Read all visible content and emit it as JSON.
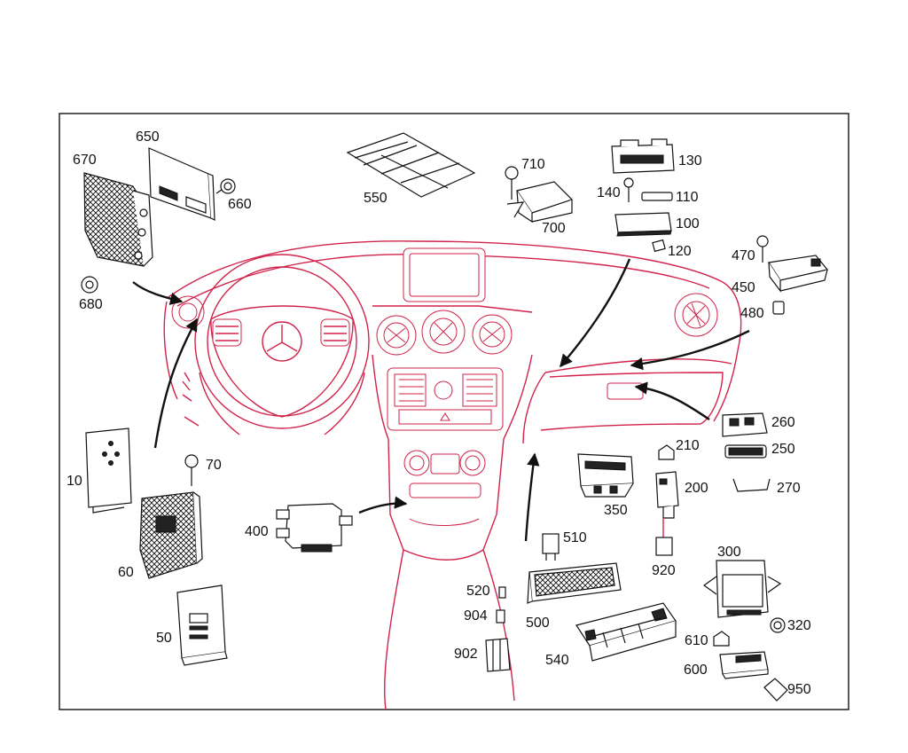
{
  "callouts": {
    "c10": "10",
    "c50": "50",
    "c60": "60",
    "c70": "70",
    "c100": "100",
    "c110": "110",
    "c120": "120",
    "c130": "130",
    "c140": "140",
    "c200": "200",
    "c210": "210",
    "c250": "250",
    "c260": "260",
    "c270": "270",
    "c300": "300",
    "c320": "320",
    "c350": "350",
    "c400": "400",
    "c450": "450",
    "c470": "470",
    "c480": "480",
    "c500": "500",
    "c510": "510",
    "c520": "520",
    "c540": "540",
    "c550": "550",
    "c600": "600",
    "c610": "610",
    "c650": "650",
    "c660": "660",
    "c670": "670",
    "c680": "680",
    "c700": "700",
    "c710": "710",
    "c902": "902",
    "c904": "904",
    "c920": "920",
    "c950": "950"
  },
  "colors": {
    "frame": "#111111",
    "dashboard_outline": "#d1234b",
    "parts": "#111111"
  }
}
